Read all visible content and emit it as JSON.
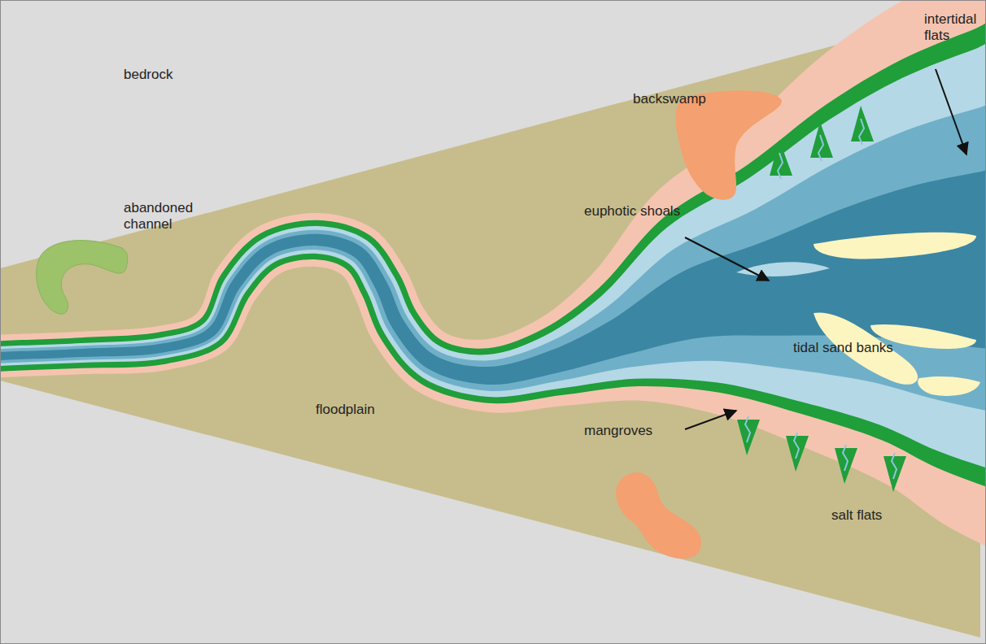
{
  "diagram": {
    "labels": [
      "bedrock",
      "backswamp",
      "intertidal flats",
      "abandoned channel",
      "euphotic shoals",
      "tidal sand banks",
      "floodplain",
      "mangroves",
      "salt flats"
    ]
  }
}
